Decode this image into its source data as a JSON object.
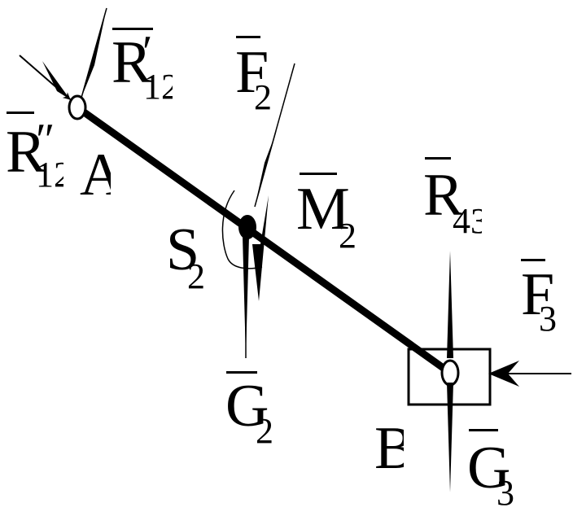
{
  "diagram": {
    "labels": {
      "r12_prime_main": "R",
      "r12_prime_sub": "12",
      "r12_dprime_main": "R",
      "r12_dprime_sub": "12",
      "point_a": "A",
      "f2_main": "F",
      "f2_sub": "2",
      "s2_main": "S",
      "s2_sub": "2",
      "m2_main": "M",
      "m2_sub": "2",
      "r43_main": "R",
      "r43_sub": "43",
      "f3_main": "F",
      "f3_sub": "3",
      "g2_main": "G",
      "g2_sub": "2",
      "point_b": "B",
      "g3_main": "G",
      "g3_sub": "3"
    }
  }
}
